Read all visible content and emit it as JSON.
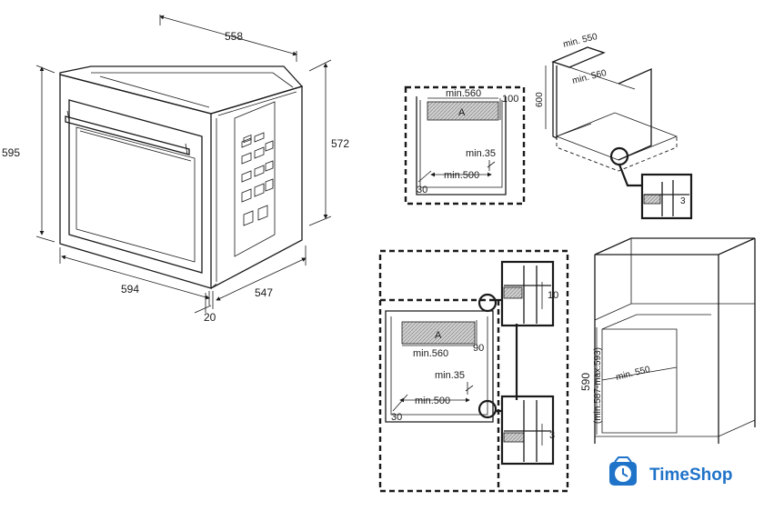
{
  "oven": {
    "dims": {
      "depth_top": "558",
      "height_front": "595",
      "height_side": "572",
      "width_front": "594",
      "depth_side": "547",
      "door_offset": "20"
    }
  },
  "under_counter": {
    "section_labels": {
      "min560": "min.560",
      "d100": "100",
      "zone_a": "A",
      "min35": "min.35",
      "min500": "min.500",
      "d30": "30"
    },
    "cabinet_labels": {
      "min550": "min. 550",
      "min560": "min. 560",
      "d600": "600",
      "d3": "3"
    }
  },
  "tall_unit": {
    "section_labels": {
      "zone_a": "A",
      "min560": "min.560",
      "d90": "90",
      "min35": "min.35",
      "min500": "min.500",
      "d30": "30",
      "d10": "10",
      "d3": "3"
    },
    "cabinet_labels": {
      "d590": "590",
      "range": "(min.587-max.593)",
      "min550": "min. 550"
    }
  },
  "logo": {
    "text": "TimeShop"
  }
}
